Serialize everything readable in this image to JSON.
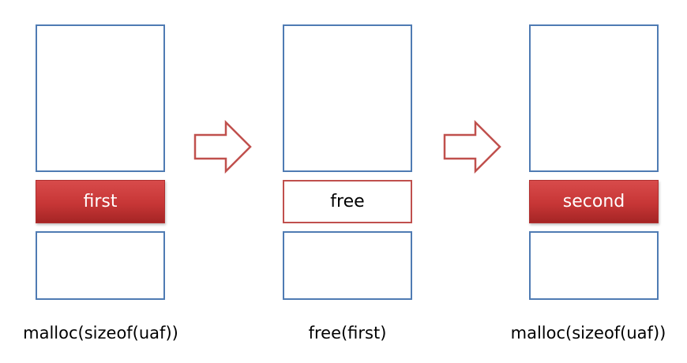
{
  "colors": {
    "block_border": "#4f7bb3",
    "allocated_fill": "#c73636",
    "freed_border": "#c0504d",
    "arrow_stroke": "#c0504d"
  },
  "stages": [
    {
      "chunk_label": "first",
      "chunk_state": "allocated",
      "caption": "malloc(sizeof(uaf))"
    },
    {
      "chunk_label": "free",
      "chunk_state": "freed",
      "caption": "free(first)"
    },
    {
      "chunk_label": "second",
      "chunk_state": "allocated",
      "caption": "malloc(sizeof(uaf))"
    }
  ],
  "arrows": [
    {
      "icon": "right-arrow-icon"
    },
    {
      "icon": "right-arrow-icon"
    }
  ]
}
